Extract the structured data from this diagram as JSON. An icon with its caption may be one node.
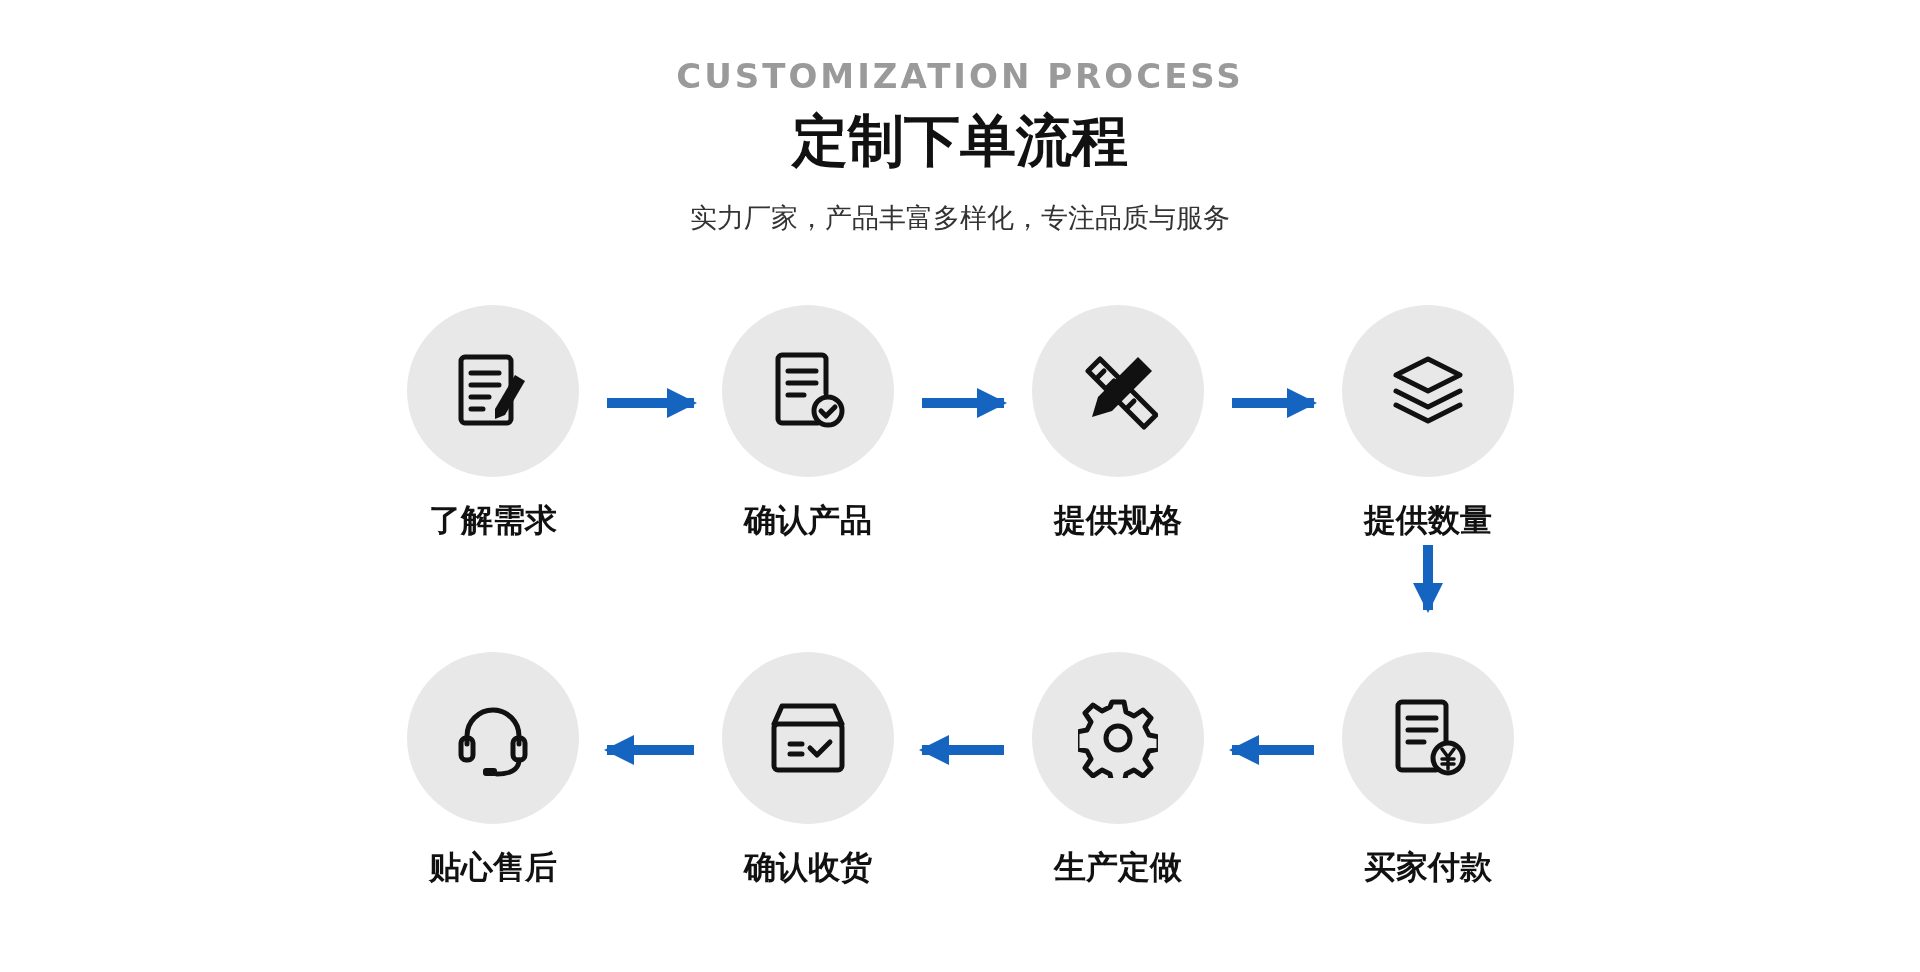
{
  "diagram": {
    "title": "定制下单流程",
    "nodes": [
      {
        "text": [
          "了解需求"
        ]
      },
      {
        "text": [
          "确认产品"
        ]
      },
      {
        "text": [
          "提供规格"
        ]
      },
      {
        "text": [
          "提供数量"
        ]
      },
      {
        "text": [
          "买家付款"
        ]
      },
      {
        "text": [
          "生产定做"
        ]
      },
      {
        "text": [
          "确认收货"
        ]
      },
      {
        "text": [
          "贴心售后"
        ]
      }
    ],
    "edges": [
      {
        "from": 0,
        "to": 1,
        "arrow": "to"
      },
      {
        "from": 1,
        "to": 2,
        "arrow": "to"
      },
      {
        "from": 2,
        "to": 3,
        "arrow": "to"
      },
      {
        "from": 3,
        "to": 4,
        "arrow": "to"
      },
      {
        "from": 4,
        "to": 5,
        "arrow": "to"
      },
      {
        "from": 5,
        "to": 6,
        "arrow": "to"
      },
      {
        "from": 6,
        "to": 7,
        "arrow": "to"
      }
    ],
    "labels": [
      "CUSTOMIZATION PROCESS",
      "实力厂家，产品丰富多样化，专注品质与服务"
    ]
  }
}
